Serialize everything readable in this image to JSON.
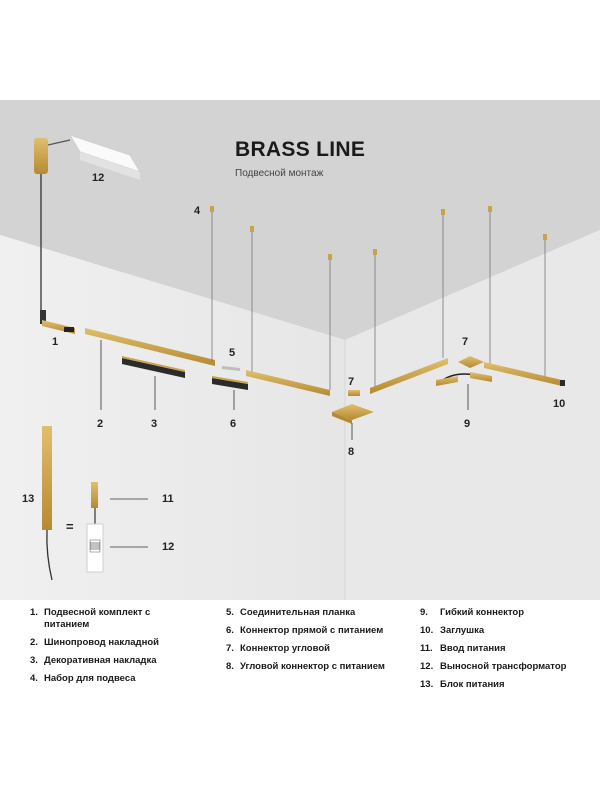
{
  "header": {
    "title": "BRASS LINE",
    "subtitle": "Подвесной монтаж"
  },
  "callouts": [
    "1",
    "2",
    "3",
    "4",
    "5",
    "6",
    "7",
    "7",
    "8",
    "9",
    "10",
    "12",
    "13",
    "=",
    "11",
    "12"
  ],
  "legend": {
    "col1": [
      {
        "n": "1.",
        "text": "Подвесной комплект с питанием"
      },
      {
        "n": "2.",
        "text": "Шинопровод накладной"
      },
      {
        "n": "3.",
        "text": "Декоративная накладка"
      },
      {
        "n": "4.",
        "text": "Набор для подвеса"
      }
    ],
    "col2": [
      {
        "n": "5.",
        "text": "Соединительная планка"
      },
      {
        "n": "6.",
        "text": "Коннектор прямой с питанием"
      },
      {
        "n": "7.",
        "text": "Коннектор угловой"
      },
      {
        "n": "8.",
        "text": "Угловой коннектор с питанием"
      }
    ],
    "col3": [
      {
        "n": "9.",
        "text": "Гибкий коннектор"
      },
      {
        "n": "10.",
        "text": "Заглушка"
      },
      {
        "n": "11.",
        "text": "Ввод питания"
      },
      {
        "n": "12.",
        "text": "Выносной трансформатор"
      },
      {
        "n": "13.",
        "text": "Блок питания"
      }
    ]
  },
  "colors": {
    "brass": "#c9a24e",
    "wall": "#ececec",
    "ceiling": "#d4d4d4",
    "dark": "#2a2a2a"
  }
}
